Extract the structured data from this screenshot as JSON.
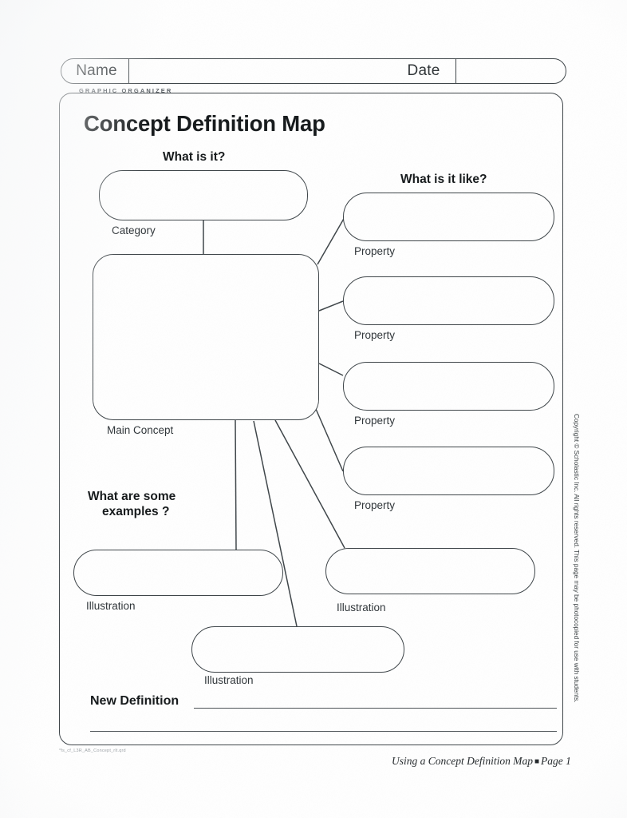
{
  "header": {
    "name_label": "Name",
    "date_label": "Date",
    "kicker": "GRAPHIC ORGANIZER"
  },
  "worksheet": {
    "title": "Concept Definition Map",
    "headings": {
      "what_is_it": "What is it?",
      "what_is_it_like": "What is it like?",
      "examples_line1": "What are some",
      "examples_line2": "examples ?"
    },
    "nodes": {
      "category": {
        "caption": "Category",
        "value": ""
      },
      "main_concept": {
        "caption": "Main Concept",
        "value": ""
      },
      "properties": [
        {
          "caption": "Property",
          "value": ""
        },
        {
          "caption": "Property",
          "value": ""
        },
        {
          "caption": "Property",
          "value": ""
        },
        {
          "caption": "Property",
          "value": ""
        }
      ],
      "illustrations": [
        {
          "caption": "Illustration",
          "value": ""
        },
        {
          "caption": "Illustration",
          "value": ""
        },
        {
          "caption": "Illustration",
          "value": ""
        }
      ]
    },
    "new_definition": {
      "label": "New Definition",
      "line1_value": "",
      "line2_value": ""
    }
  },
  "footer": {
    "text": "Using a Concept Definition Map",
    "bullet": "■",
    "page": "Page 1",
    "file_code": "*fs_cf_L3R_AB_Concept_rlt.qrd"
  },
  "copyright": "Copyright © Scholastic Inc. All rights reserved. This page may be photocopied for use with students.",
  "colors": {
    "ink": "#3d4448",
    "paper": "#ffffff",
    "caption": "#2e3438"
  }
}
